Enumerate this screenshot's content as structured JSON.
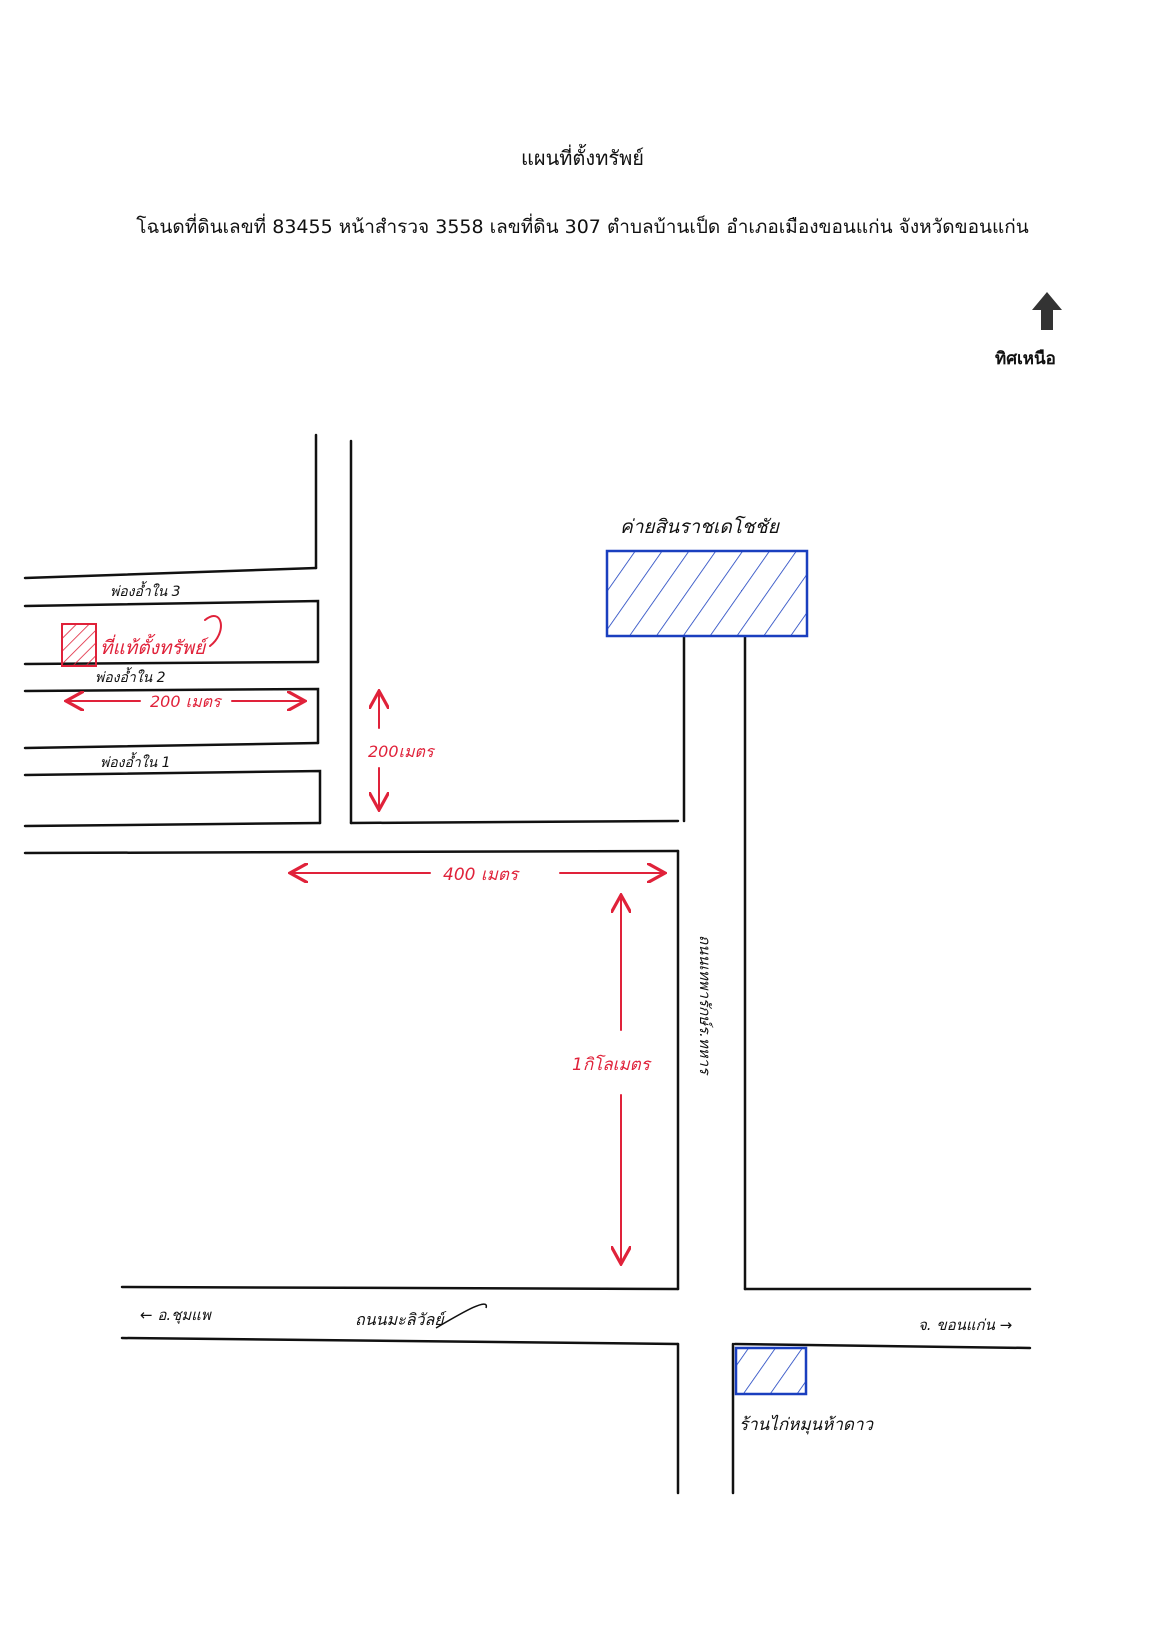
{
  "document": {
    "title": "แผนที่ตั้งทรัพย์",
    "deed_line": "โฉนดที่ดินเลขที่ 83455 หน้าสำรวจ 3558 เลขที่ดิน 307 ตำบลบ้านเป็ด อำเภอเมืองขอนแก่น จังหวัดขอนแก่น"
  },
  "north_label": "ทิศเหนือ",
  "colors": {
    "road": "#111111",
    "annotation": "#e0223a",
    "landmark_hatch": "#1a3fbf",
    "property_hatch": "#e0223a"
  }
}
